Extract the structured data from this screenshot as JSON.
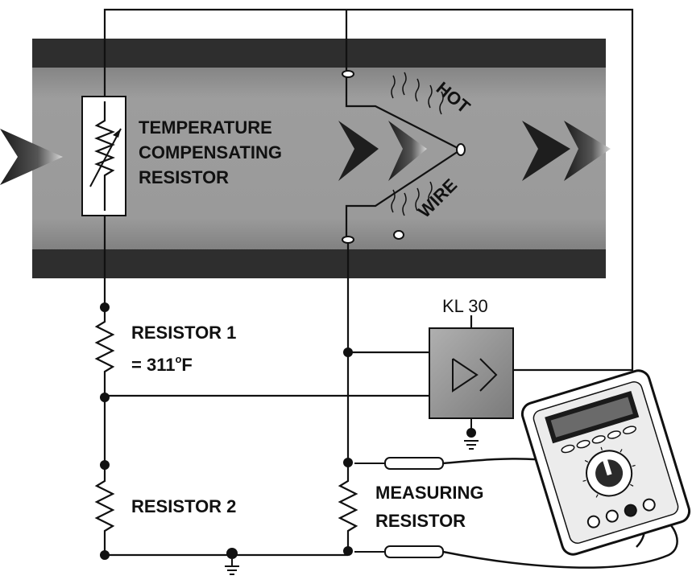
{
  "labels": {
    "temp_resistor_line1": "TEMPERATURE",
    "temp_resistor_line2": "COMPENSATING",
    "temp_resistor_line3": "RESISTOR",
    "hot": "HOT",
    "wire": "WIRE",
    "kl30": "KL 30",
    "resistor1_line1": "RESISTOR 1",
    "resistor1_line2_value": "= 311",
    "resistor1_degree": "o",
    "resistor1_unit": "F",
    "resistor2": "RESISTOR 2",
    "measuring_line1": "MEASURING",
    "measuring_line2": "RESISTOR"
  },
  "icons": {
    "amplifier": "double-chevron-amplifier-icon",
    "ground": "ground-icon",
    "multimeter": "multimeter-icon",
    "airflow": "airflow-arrow-icon"
  },
  "colors": {
    "duct_wall": "#333333",
    "duct_interior": "#8a8a8a",
    "amplifier_box": "#9a9a9a",
    "ink": "#111111"
  }
}
